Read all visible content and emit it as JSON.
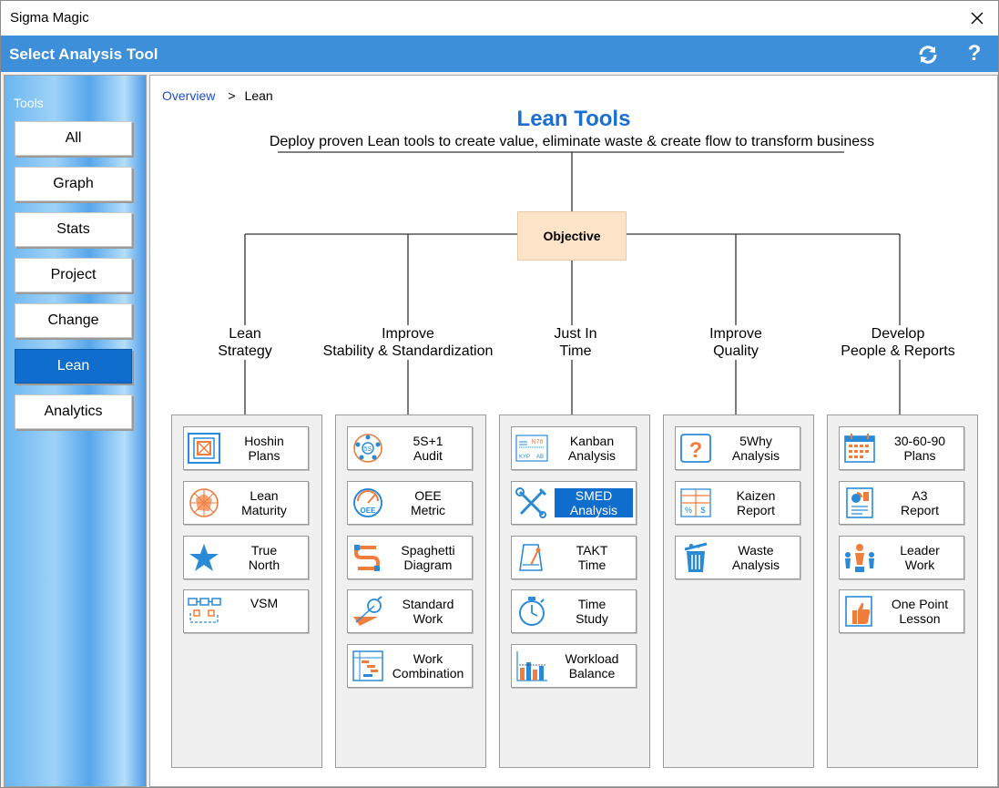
{
  "window": {
    "title": "Sigma Magic",
    "close_icon": "close-icon"
  },
  "header": {
    "title": "Select Analysis Tool",
    "refresh_icon": "refresh-icon",
    "help_label": "?"
  },
  "sidebar": {
    "label": "Tools",
    "items": [
      {
        "label": "All"
      },
      {
        "label": "Graph"
      },
      {
        "label": "Stats"
      },
      {
        "label": "Project"
      },
      {
        "label": "Change"
      },
      {
        "label": "Lean",
        "active": true
      },
      {
        "label": "Analytics"
      }
    ]
  },
  "breadcrumb": {
    "root": "Overview",
    "separator": ">",
    "current": "Lean"
  },
  "main": {
    "title": "Lean Tools",
    "subtitle": "Deploy proven Lean tools to create value, eliminate waste & create flow to transform business",
    "objective": "Objective"
  },
  "columns": [
    {
      "label": "Lean\nStrategy",
      "items": [
        {
          "label": "Hoshin\nPlans",
          "icon": "hoshin-icon"
        },
        {
          "label": "Lean\nMaturity",
          "icon": "maturity-icon"
        },
        {
          "label": "True\nNorth",
          "icon": "star-icon"
        },
        {
          "label": "VSM",
          "icon": "vsm-icon"
        }
      ]
    },
    {
      "label": "Improve\nStability & Standardization",
      "items": [
        {
          "label": "5S+1\nAudit",
          "icon": "5s-icon"
        },
        {
          "label": "OEE\nMetric",
          "icon": "oee-icon"
        },
        {
          "label": "Spaghetti\nDiagram",
          "icon": "spaghetti-icon"
        },
        {
          "label": "Standard\nWork",
          "icon": "standard-work-icon"
        },
        {
          "label": "Work\nCombination",
          "icon": "work-combination-icon"
        }
      ]
    },
    {
      "label": "Just In\nTime",
      "items": [
        {
          "label": "Kanban\nAnalysis",
          "icon": "kanban-icon"
        },
        {
          "label": "SMED\nAnalysis",
          "icon": "smed-icon",
          "selected": true
        },
        {
          "label": "TAKT\nTime",
          "icon": "takt-icon"
        },
        {
          "label": "Time\nStudy",
          "icon": "stopwatch-icon"
        },
        {
          "label": "Workload\nBalance",
          "icon": "workload-icon"
        }
      ]
    },
    {
      "label": "Improve\nQuality",
      "items": [
        {
          "label": "5Why\nAnalysis",
          "icon": "question-icon"
        },
        {
          "label": "Kaizen\nReport",
          "icon": "kaizen-icon"
        },
        {
          "label": "Waste\nAnalysis",
          "icon": "trash-icon"
        }
      ]
    },
    {
      "label": "Develop\nPeople & Reports",
      "items": [
        {
          "label": "30-60-90\nPlans",
          "icon": "calendar-icon"
        },
        {
          "label": "A3\nReport",
          "icon": "a3-report-icon"
        },
        {
          "label": "Leader\nWork",
          "icon": "leader-icon"
        },
        {
          "label": "One Point\nLesson",
          "icon": "thumbs-up-icon"
        }
      ]
    }
  ],
  "colors": {
    "accent": "#3d8fd9",
    "selected": "#0f6ecd",
    "objective_bg": "#fde3c7",
    "icon_blue": "#2a8ad8",
    "icon_orange": "#ef7d3c"
  }
}
